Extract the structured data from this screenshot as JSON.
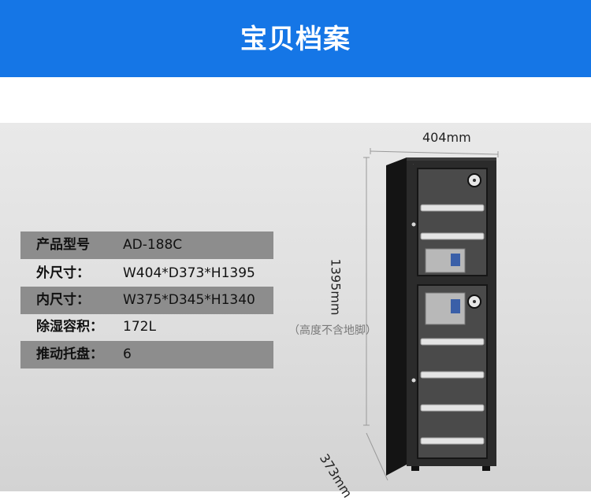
{
  "header": {
    "title": "宝贝档案"
  },
  "specs": [
    {
      "key": "产品型号",
      "value": "AD-188C"
    },
    {
      "key": "外尺寸：",
      "value": "W404*D373*H1395"
    },
    {
      "key": "内尺寸：",
      "value": "W375*D345*H1340"
    },
    {
      "key": "除湿容积：",
      "value": "172L"
    },
    {
      "key": "推动托盘：",
      "value": "6"
    }
  ],
  "dimensions": {
    "width": "404mm",
    "height": "1395mm",
    "height_note": "（高度不含地脚）",
    "depth": "373mm"
  },
  "colors": {
    "banner": "#1576e6",
    "spec_row_dark": "#8d8d8d"
  }
}
